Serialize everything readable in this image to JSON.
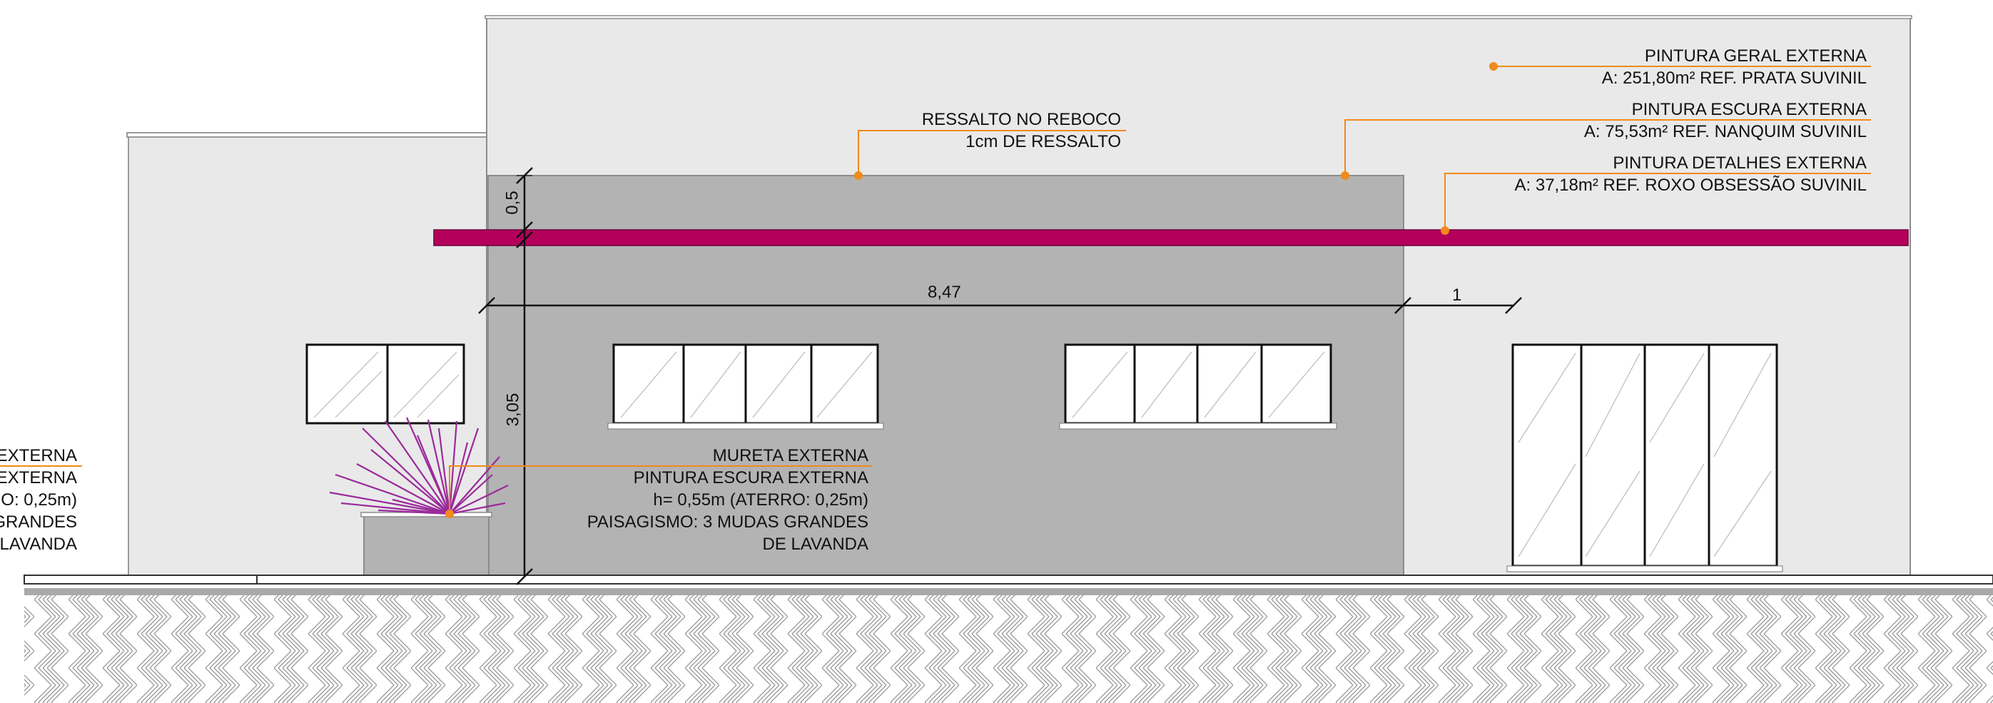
{
  "colors": {
    "background": "#ffffff",
    "wall_light": "#e9e9e9",
    "wall_dark": "#b3b3b3",
    "accent_band": "#b5005b",
    "leader_orange": "#f08a1c",
    "plant": "#9a2a9a"
  },
  "labels": {
    "ressalto": {
      "line1": "RESSALTO NO REBOCO",
      "line2": "1cm DE RESSALTO"
    },
    "pintura_geral": {
      "line1": "PINTURA GERAL  EXTERNA",
      "line2": "A: 251,80m² REF. PRATA SUVINIL"
    },
    "pintura_escura": {
      "line1": "PINTURA ESCURA EXTERNA",
      "line2": "A: 75,53m² REF. NANQUIM SUVINIL"
    },
    "pintura_detalhes": {
      "line1": "PINTURA DETALHES EXTERNA",
      "line2": "A: 37,18m² REF. ROXO OBSESSÃO SUVINIL"
    },
    "mureta": {
      "line1": "MURETA EXTERNA",
      "line2": "PINTURA ESCURA EXTERNA",
      "line3": "h= 0,55m (ATERRO: 0,25m)",
      "line4": "PAISAGISMO: 3 MUDAS GRANDES",
      "line5": "DE LAVANDA"
    },
    "left_cut": {
      "line1": "EXTERNA",
      "line2": "EXTERNA",
      "line3": "O: 0,25m)",
      "line4": "GRANDES",
      "line5": "LAVANDA"
    }
  },
  "dimensions": {
    "band_height": "0,5",
    "wall_height": "3,05",
    "wall_width": "8,47",
    "side_offset": "1"
  },
  "icons": {
    "plant": "lavender-plant-icon",
    "hatch": "soil-hatch-pattern",
    "window": "window-glazing-icon"
  }
}
